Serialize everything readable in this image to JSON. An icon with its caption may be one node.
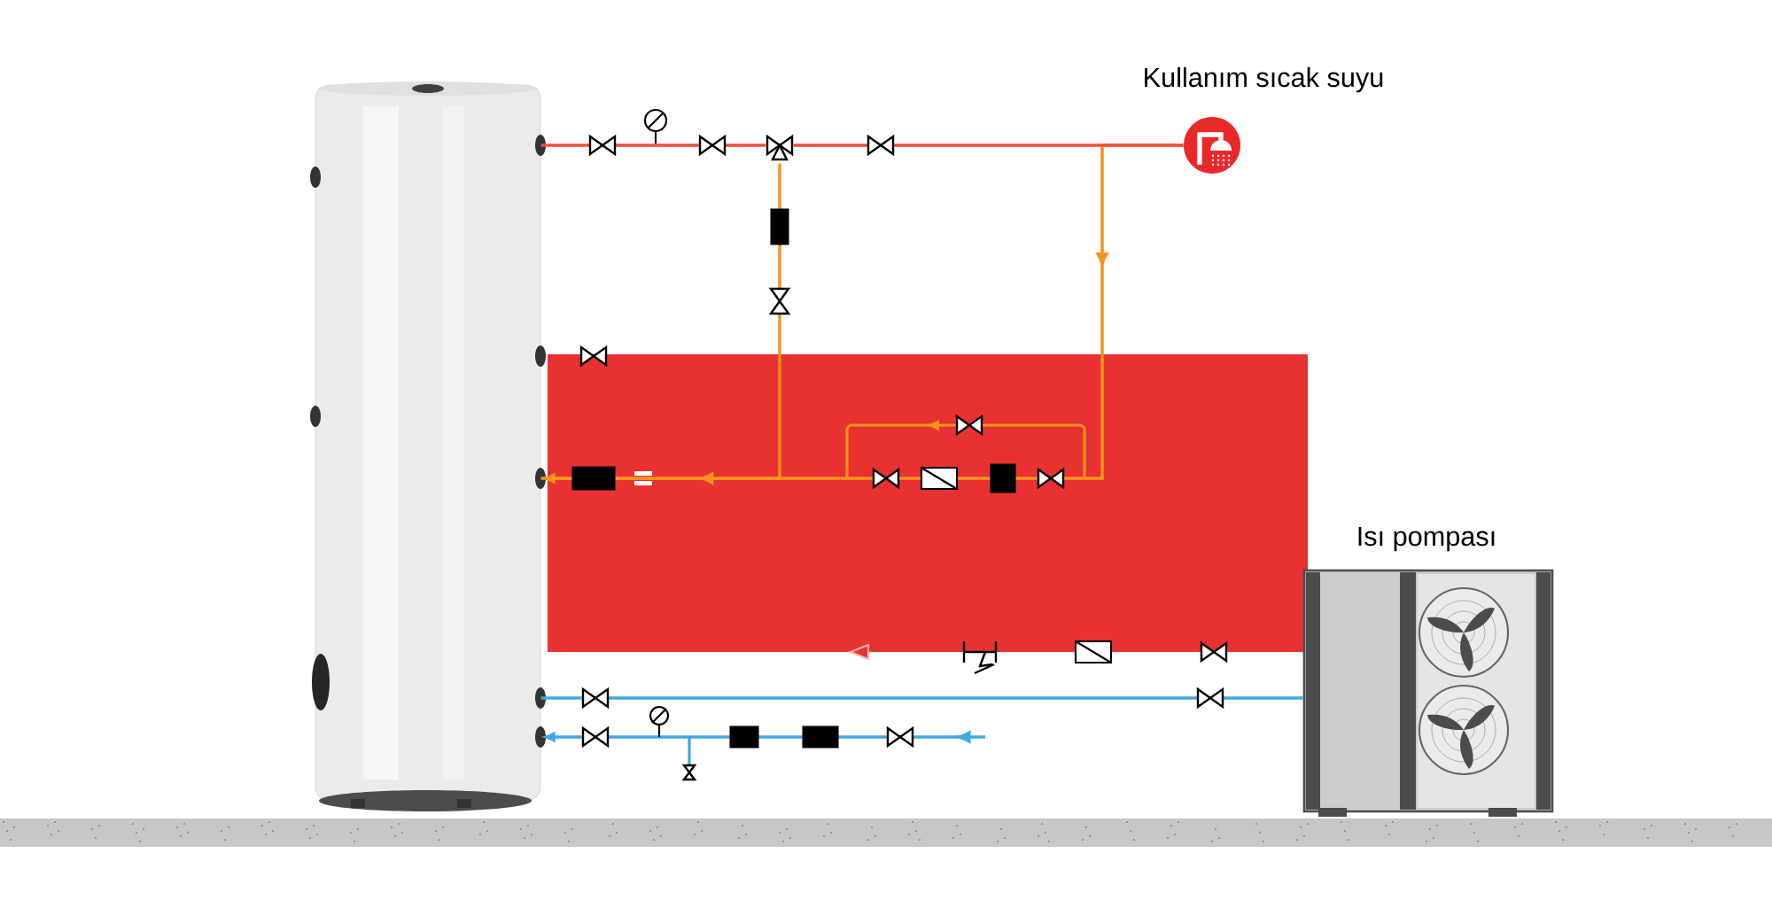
{
  "diagram": {
    "nodes": [
      {
        "text": [],
        "shape": "picture"
      },
      {
        "text": [],
        "shape": "picture",
        "beside": [
          "Kullanım sıcak suyu"
        ]
      },
      {
        "text": [],
        "shape": "picture",
        "beside": [
          "Isı pompası"
        ]
      },
      {
        "text": [],
        "shape": "valve"
      }
    ],
    "edges": [
      {
        "from": 0,
        "to": 3,
        "arrow": "none",
        "color": "#f04e37"
      },
      {
        "from": 2,
        "to": 0,
        "arrow": "none",
        "color": "#3fa9e0"
      },
      {
        "from": null,
        "to": 0,
        "arrow": "to",
        "color": "#3fa9e0"
      },
      {
        "from": 1,
        "to": 0,
        "arrow": "to",
        "color": "#f7941d"
      },
      {
        "from": 3,
        "to": 0,
        "arrow": "none",
        "color": "#f7941d"
      },
      {
        "from": 3,
        "to": 1,
        "arrow": "none",
        "color": "#f04e37"
      }
    ]
  }
}
